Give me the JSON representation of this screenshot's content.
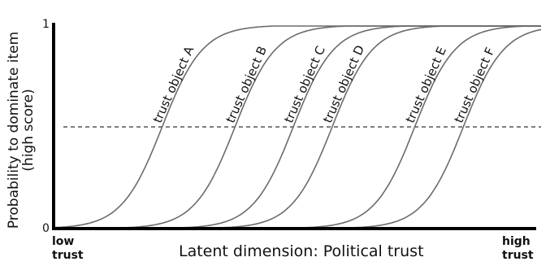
{
  "chart_data": {
    "type": "line",
    "ylabel_line1": "Probability to dominate item",
    "ylabel_line2": "(high score)",
    "xlabel": "Latent dimension: Political trust",
    "y_tick_top": "1",
    "y_tick_bottom": "0",
    "x_low_line1": "low",
    "x_low_line2": "trust",
    "x_high_line1": "high",
    "x_high_line2": "trust",
    "xlim": [
      0,
      1
    ],
    "ylim": [
      0,
      1
    ],
    "threshold": 0.5,
    "series": [
      {
        "name": "trust object A",
        "midpoint": 0.22,
        "slope": 24
      },
      {
        "name": "trust object B",
        "midpoint": 0.37,
        "slope": 24
      },
      {
        "name": "trust object C",
        "midpoint": 0.49,
        "slope": 24
      },
      {
        "name": "trust object D",
        "midpoint": 0.57,
        "slope": 24
      },
      {
        "name": "trust object E",
        "midpoint": 0.74,
        "slope": 24
      },
      {
        "name": "trust object F",
        "midpoint": 0.84,
        "slope": 24
      }
    ],
    "colors": {
      "curve": "#6b6b6b",
      "axis": "#000000",
      "threshold": "#333333"
    }
  }
}
